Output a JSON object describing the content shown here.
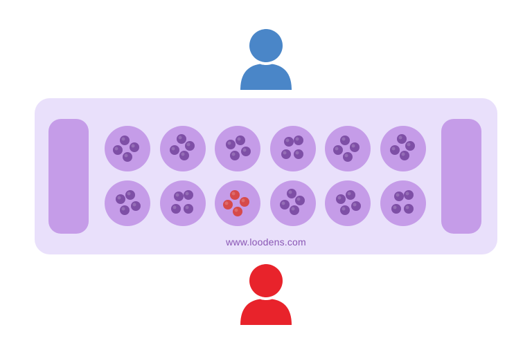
{
  "players": {
    "top": {
      "icon": "user-icon",
      "color": "#4a86c8"
    },
    "bottom": {
      "icon": "user-icon",
      "color": "#e8232b"
    }
  },
  "board": {
    "website": "www.loodens.com",
    "colors": {
      "board": "#e9e0fb",
      "pit": "#c59ce8",
      "seed": "#7e4fa6",
      "seed_highlight": "#d64a4a"
    },
    "stores": [
      {
        "side": "left",
        "seeds": 0
      },
      {
        "side": "right",
        "seeds": 0
      }
    ],
    "rows": [
      {
        "row": "top",
        "pits": [
          4,
          4,
          4,
          4,
          4,
          4
        ]
      },
      {
        "row": "bottom",
        "pits": [
          4,
          4,
          4,
          4,
          4,
          4
        ]
      }
    ],
    "highlighted_pit": {
      "row": "bottom",
      "index": 2
    }
  }
}
